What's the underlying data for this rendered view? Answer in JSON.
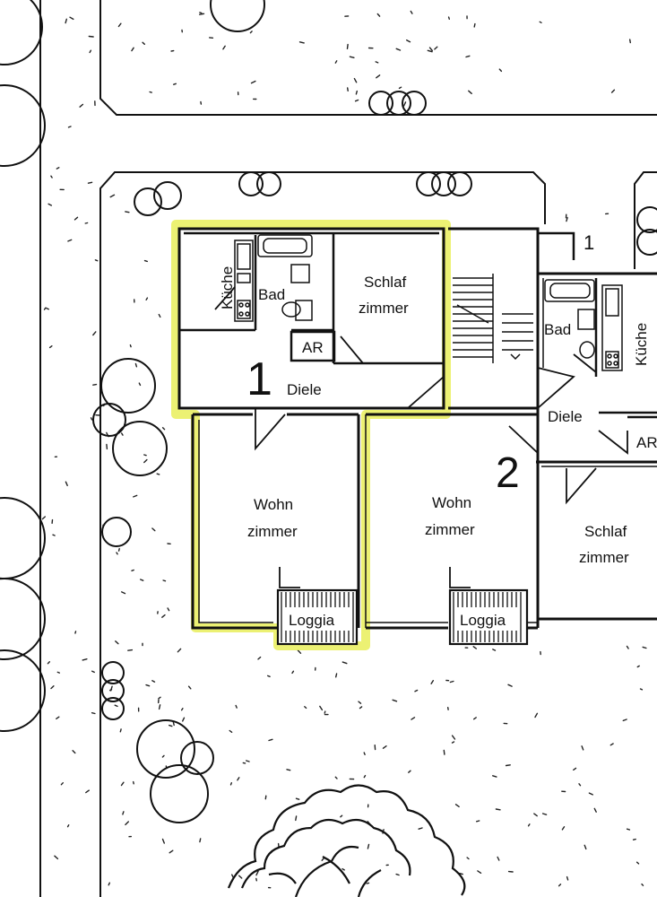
{
  "apartment1": {
    "number": "1",
    "kitchen": "Küche",
    "bath": "Bad",
    "bedroom_line1": "Schlaf",
    "bedroom_line2": "zimmer",
    "storage": "AR",
    "hall": "Diele",
    "living_line1": "Wohn",
    "living_line2": "zimmer",
    "loggia": "Loggia"
  },
  "apartment2": {
    "number": "2",
    "bath": "Bad",
    "kitchen": "Küche",
    "hall": "Diele",
    "storage": "AR",
    "living_line1": "Wohn",
    "living_line2": "zimmer",
    "bedroom_line1": "Schlaf",
    "bedroom_line2": "zimmer",
    "loggia": "Loggia"
  },
  "top_right_number": "1",
  "colors": {
    "highlight": "#e9ef5a",
    "ink": "#111111",
    "paper": "#ffffff"
  }
}
